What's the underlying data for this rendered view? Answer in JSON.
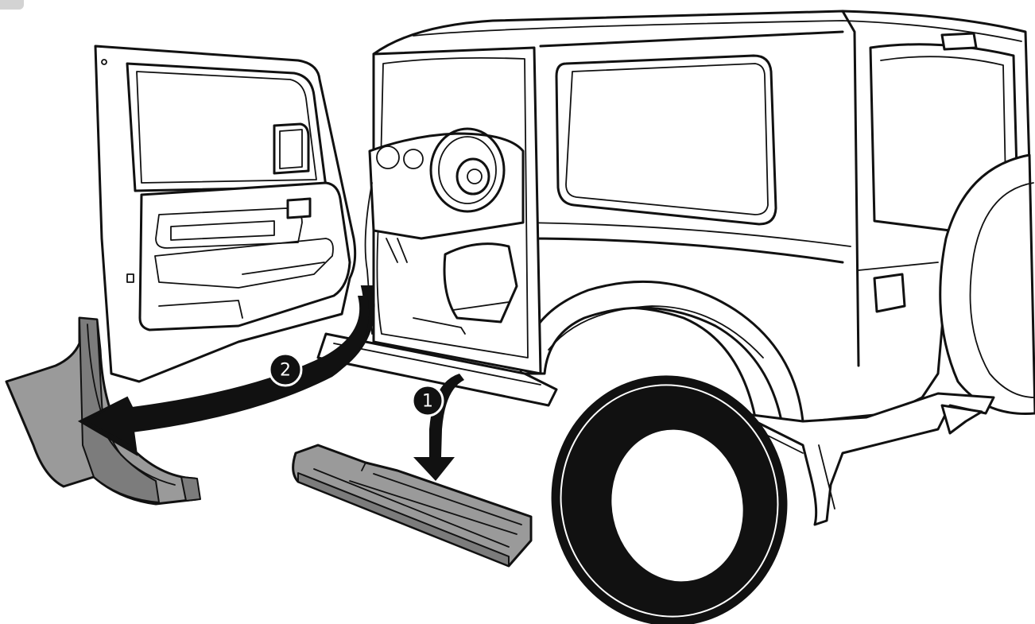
{
  "figure": {
    "steps": [
      {
        "number": "1",
        "part": "step-plate"
      },
      {
        "number": "2",
        "part": "side-sill-garnish"
      }
    ],
    "colors": {
      "line": "#111111",
      "part_fill": "#9a9a9a",
      "part_shade": "#7c7c7c",
      "background": "#ffffff"
    },
    "icons": [
      "arrow-icon",
      "step-badge-icon"
    ]
  }
}
